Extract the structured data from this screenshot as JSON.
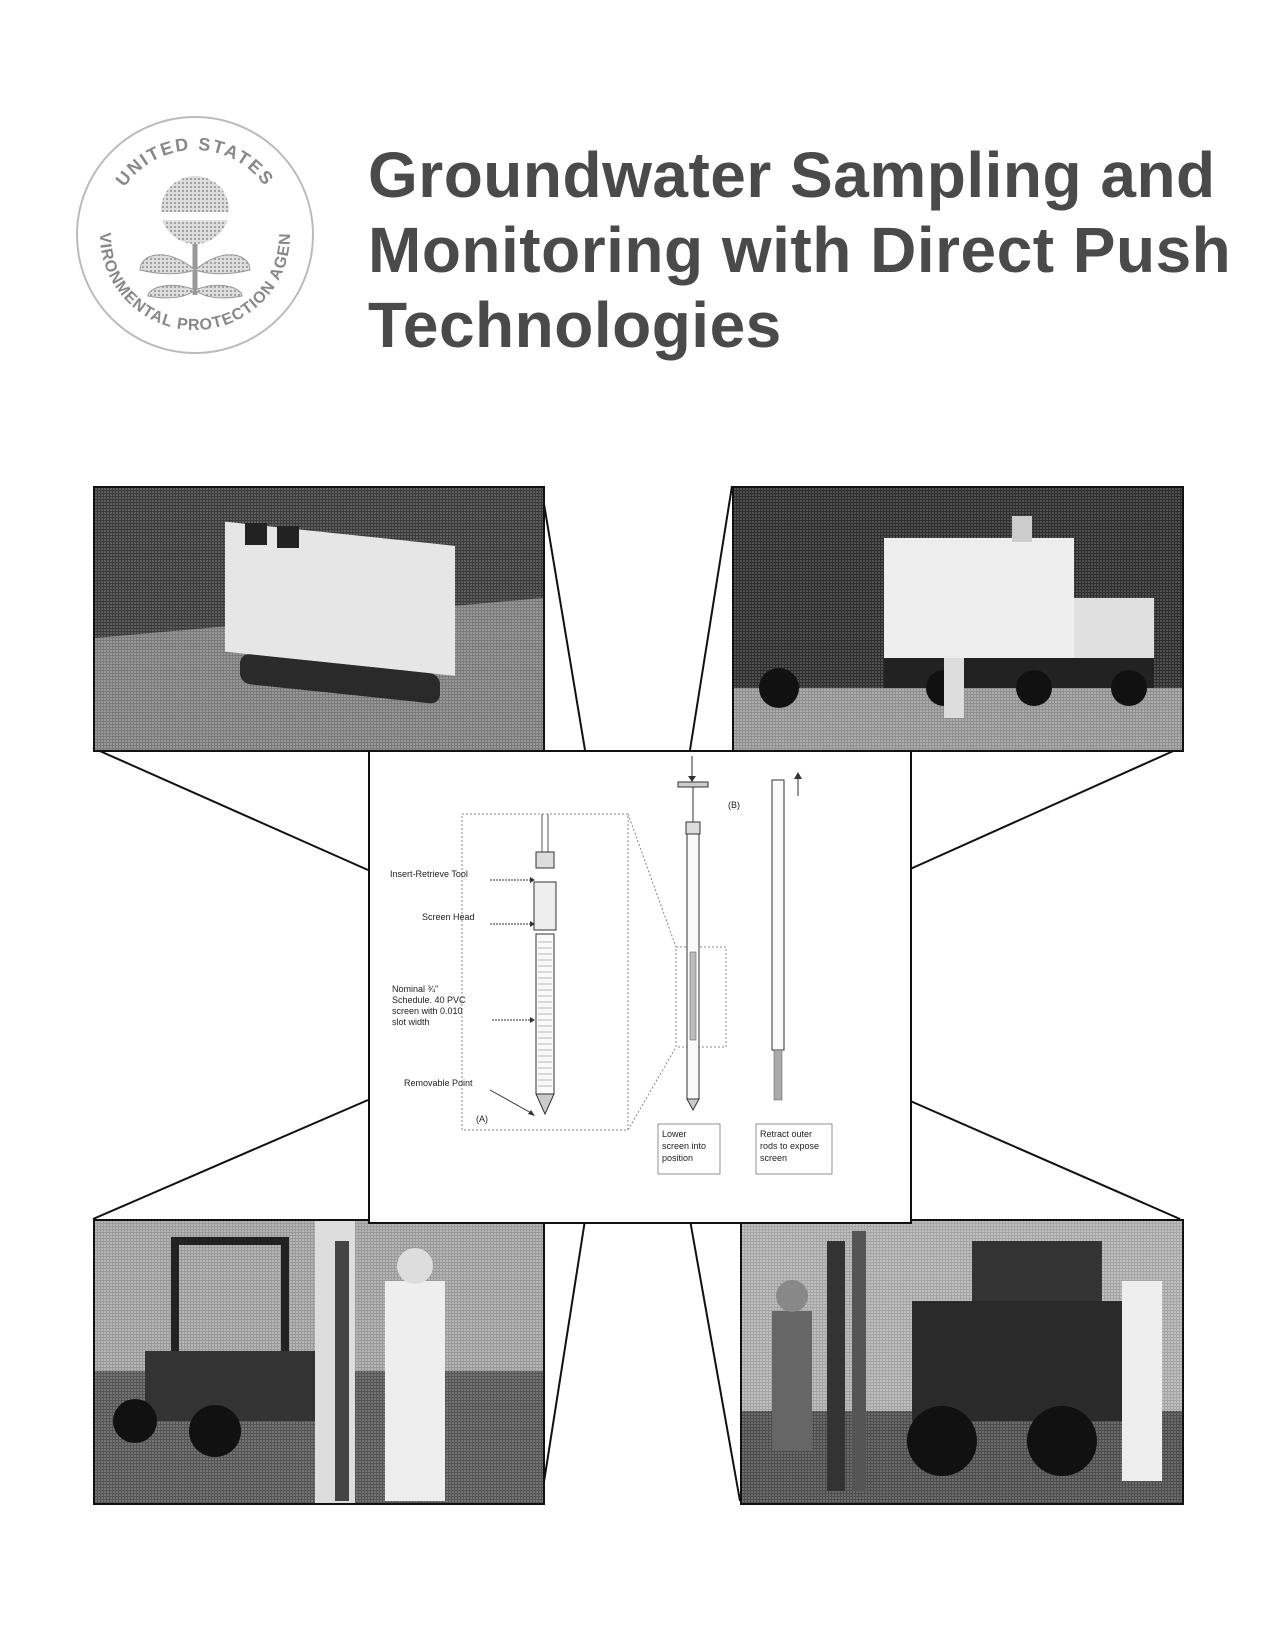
{
  "seal": {
    "top_text": "UNITED STATES",
    "left_text": "ENVIRONMENTAL",
    "bottom_text": "PROTECTION",
    "right_text": "AGENCY"
  },
  "title": {
    "line1": "Groundwater Sampling and",
    "line2": "Monitoring with Direct Push",
    "line3": "Technologies"
  },
  "photos": {
    "top_left": "tracked-rig-photo",
    "top_right": "truck-rig-photo",
    "bottom_left": "utility-vehicle-rig-photo",
    "bottom_right": "skid-steer-rig-photo"
  },
  "diagram": {
    "label_insert_retrieve": "Insert-Retrieve Tool",
    "label_screen_head": "Screen Head",
    "label_nominal_1": "Nominal ¾\"",
    "label_nominal_2": "Schedule. 40 PVC",
    "label_nominal_3": "screen with 0.010",
    "label_nominal_4": "slot width",
    "label_removable_point": "Removable Point",
    "label_a": "(A)",
    "label_b": "(B)",
    "caption_lower_1": "Lower",
    "caption_lower_2": "screen into",
    "caption_lower_3": "position",
    "caption_retract_1": "Retract outer",
    "caption_retract_2": "rods to expose",
    "caption_retract_3": "screen"
  },
  "colors": {
    "title": "#4a4a4a",
    "border": "#111111"
  }
}
